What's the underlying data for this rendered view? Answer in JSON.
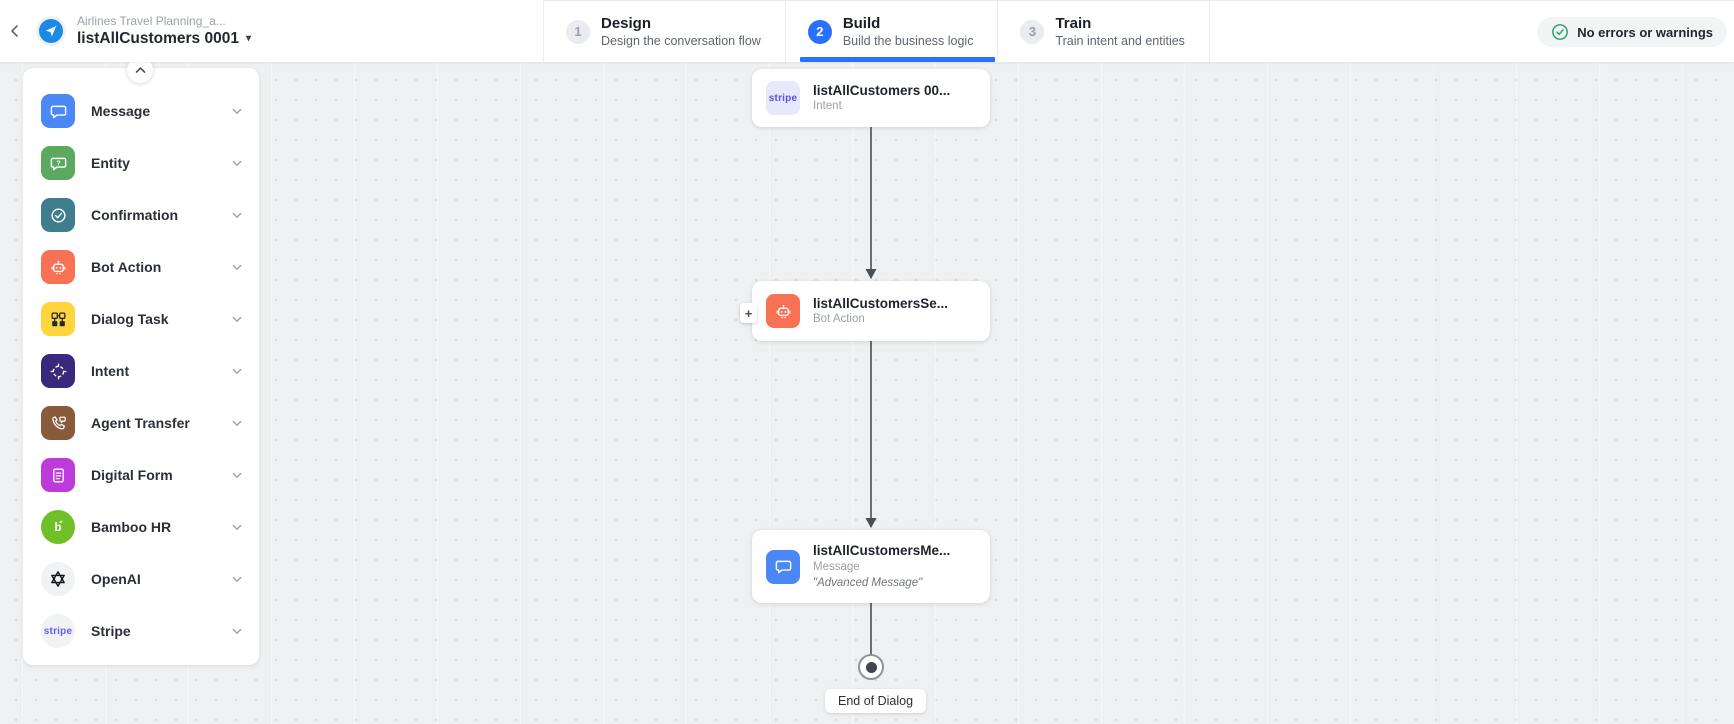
{
  "header": {
    "app_subtitle": "Airlines Travel Planning_a...",
    "app_title": "listAllCustomers 0001",
    "steps": [
      {
        "number": "1",
        "label": "Design",
        "description": "Design the conversation flow",
        "active": false
      },
      {
        "number": "2",
        "label": "Build",
        "description": "Build the business logic",
        "active": true
      },
      {
        "number": "3",
        "label": "Train",
        "description": "Train intent and entities",
        "active": false
      }
    ],
    "status": {
      "label": "No errors or warnings",
      "icon": "check-circle-icon",
      "color": "#27A35F"
    }
  },
  "sidebar": {
    "collapse_icon": "chevron-up-icon",
    "items": [
      {
        "label": "Message",
        "icon": "message-icon",
        "color": "#4B87F5"
      },
      {
        "label": "Entity",
        "icon": "entity-icon",
        "color": "#5BA85F"
      },
      {
        "label": "Confirmation",
        "icon": "confirmation-icon",
        "color": "#3E7D8E"
      },
      {
        "label": "Bot Action",
        "icon": "bot-icon",
        "color": "#F87154"
      },
      {
        "label": "Dialog Task",
        "icon": "dialog-task-icon",
        "color": "#FFD53D"
      },
      {
        "label": "Intent",
        "icon": "intent-icon",
        "color": "#39297D"
      },
      {
        "label": "Agent Transfer",
        "icon": "agent-transfer-icon",
        "color": "#8A5B3B"
      },
      {
        "label": "Digital Form",
        "icon": "digital-form-icon",
        "color": "#BE3BDB"
      },
      {
        "label": "Bamboo HR",
        "icon": "bamboohr-icon",
        "color": "#6FBF27"
      },
      {
        "label": "OpenAI",
        "icon": "openai-icon",
        "color": "#F1F2F3"
      },
      {
        "label": "Stripe",
        "icon": "stripe-icon",
        "color": "#F1F2F4",
        "logo_text": "stripe"
      }
    ]
  },
  "canvas": {
    "nodes": [
      {
        "title": "listAllCustomers 00...",
        "subtitle": "Intent",
        "icon": "stripe-icon",
        "icon_bg": "#E7E8FB",
        "logo_text": "stripe"
      },
      {
        "title": "listAllCustomersSe...",
        "subtitle": "Bot Action",
        "icon": "bot-icon",
        "icon_bg": "#F87154"
      },
      {
        "title": "listAllCustomersMe...",
        "subtitle": "Message",
        "icon": "message-icon",
        "icon_bg": "#4B87F5",
        "note": "\"Advanced Message\""
      }
    ],
    "plus_label": "+",
    "end_label": "End of Dialog"
  },
  "colors": {
    "accent_blue": "#2970FF",
    "canvas_bg": "#EFF0F2",
    "success_green": "#27A35F",
    "stripe_purple": "#635BFF",
    "connector": "#4A4E55"
  }
}
